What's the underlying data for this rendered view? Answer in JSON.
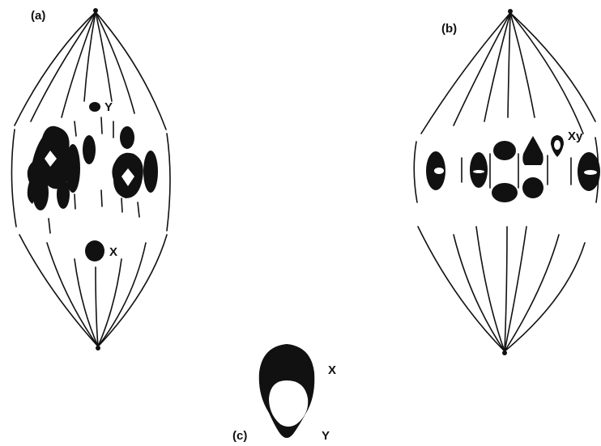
{
  "panels": {
    "a": {
      "label": "(a)",
      "chrom_x_label": "X",
      "chrom_y_label": "Y"
    },
    "b": {
      "label": "(b)",
      "xy_label": "Xy"
    },
    "c": {
      "label": "(c)",
      "x_label": "X",
      "y_label": "Y"
    }
  },
  "colors": {
    "ink": "#111111",
    "background": "#ffffff"
  }
}
